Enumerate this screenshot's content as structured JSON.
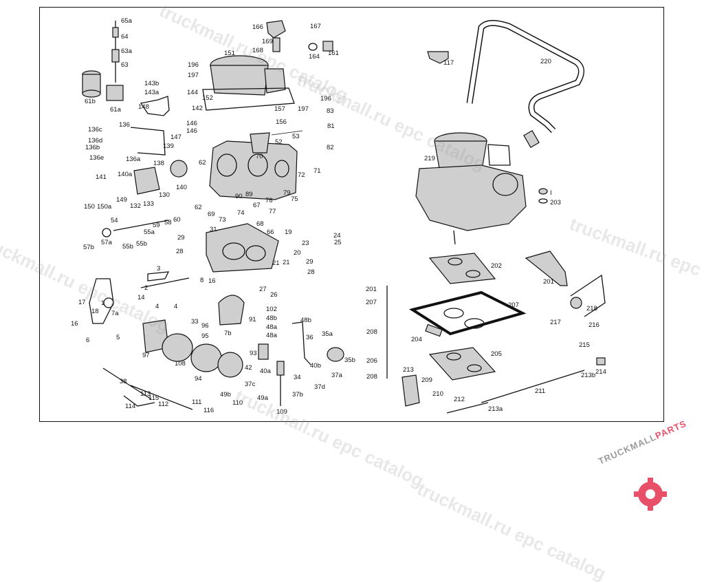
{
  "watermarks": [
    "truckmall.ru epc catalog",
    "truckmall.ru epc catalog",
    "truckmall.ru epc catalog",
    "truckmall.ru epc catalog",
    "truckmall.ru epc catalog",
    "truckmall.ru epc catalog"
  ],
  "logo": {
    "text_main": "TRUCKMALL",
    "text_accent": "PARTS",
    "accent_color": "#e8506a",
    "gray_color": "#9a9a9a"
  },
  "labels": [
    "65a",
    "64",
    "63a",
    "63",
    "61b",
    "61a",
    "143b",
    "143a",
    "148",
    "144",
    "142",
    "196",
    "197",
    "151",
    "152",
    "166",
    "169",
    "168",
    "167",
    "164",
    "161",
    "196",
    "197",
    "157",
    "156",
    "83",
    "81",
    "82",
    "136c",
    "136",
    "136d",
    "136b",
    "136e",
    "136a",
    "146",
    "146",
    "147",
    "139",
    "138",
    "53",
    "52",
    "62",
    "70",
    "72",
    "71",
    "141",
    "140a",
    "140",
    "130",
    "133",
    "132",
    "149",
    "150",
    "150a",
    "90",
    "89",
    "79",
    "78",
    "67",
    "68",
    "77",
    "69",
    "73",
    "74",
    "75",
    "24",
    "25",
    "62",
    "58",
    "60",
    "59",
    "54",
    "55a",
    "55b",
    "55b",
    "57a",
    "57b",
    "31",
    "19",
    "29",
    "28",
    "66",
    "21",
    "21",
    "20",
    "23",
    "29",
    "28",
    "3",
    "2",
    "14",
    "8",
    "16",
    "27",
    "26",
    "1",
    "4",
    "4",
    "17",
    "16",
    "18",
    "7a",
    "6",
    "5",
    "7b",
    "91",
    "102",
    "48b",
    "48a",
    "48a",
    "48b",
    "36",
    "35a",
    "35b",
    "33",
    "96",
    "95",
    "97",
    "108",
    "94",
    "93",
    "42",
    "40a",
    "40b",
    "37a",
    "34",
    "37d",
    "37b",
    "37c",
    "49a",
    "49b",
    "110",
    "109",
    "38",
    "112",
    "113",
    "115",
    "114",
    "111",
    "116",
    "117",
    "220",
    "219",
    "I",
    "203",
    "202",
    "201",
    "207",
    "208",
    "206",
    "208",
    "207",
    "204",
    "205",
    "201",
    "218",
    "216",
    "217",
    "215",
    "213b",
    "214",
    "213",
    "209",
    "210",
    "211",
    "212",
    "213a",
    "214"
  ]
}
